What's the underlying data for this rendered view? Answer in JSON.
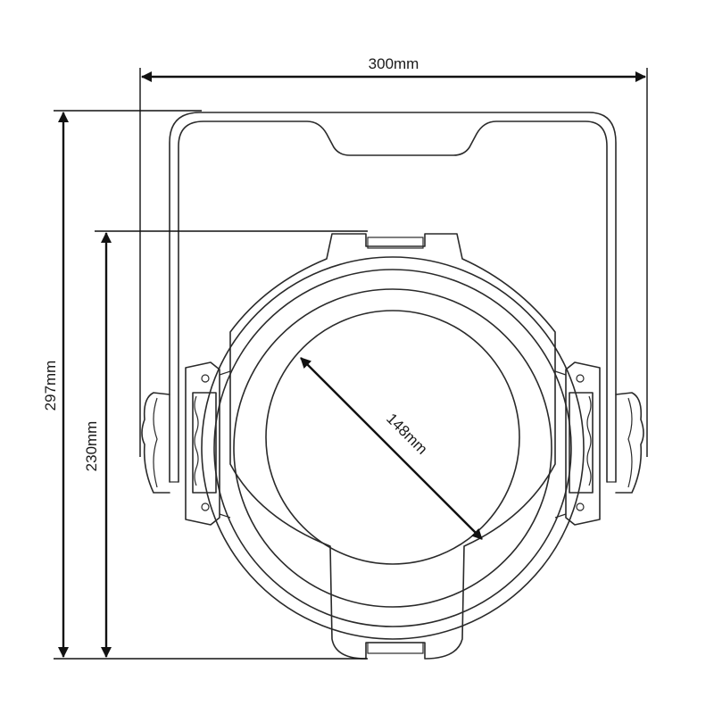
{
  "dimensions": {
    "width_label": "300mm",
    "height_total_label": "297mm",
    "height_body_label": "230mm",
    "lens_diameter_label": "148mm"
  },
  "colors": {
    "line": "#2a2a2a",
    "dimension": "#111111",
    "background": "#ffffff"
  }
}
